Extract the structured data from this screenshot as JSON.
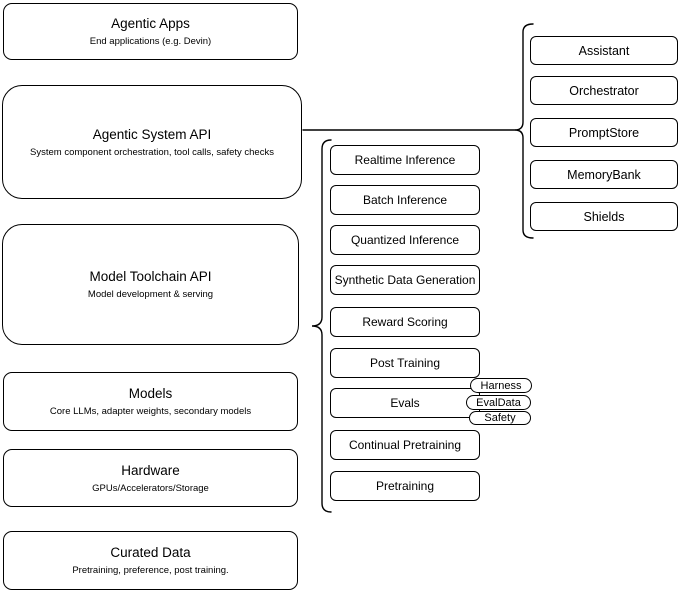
{
  "nodes_left": [
    {
      "title": "Agentic Apps",
      "subtitle": "End applications (e.g. Devin)"
    },
    {
      "title": "Agentic System API",
      "subtitle": "System component orchestration, tool calls, safety checks"
    },
    {
      "title": "Model Toolchain API",
      "subtitle": "Model development & serving"
    },
    {
      "title": "Models",
      "subtitle": "Core LLMs, adapter weights, secondary models"
    },
    {
      "title": "Hardware",
      "subtitle": "GPUs/Accelerators/Storage"
    },
    {
      "title": "Curated Data",
      "subtitle": "Pretraining, preference, post training."
    }
  ],
  "toolchain_items": [
    "Realtime Inference",
    "Batch Inference",
    "Quantized Inference",
    "Synthetic Data Generation",
    "Reward Scoring",
    "Post Training",
    "Evals",
    "Continual Pretraining",
    "Pretraining"
  ],
  "eval_badges": [
    "Harness",
    "EvalData",
    "Safety"
  ],
  "system_components": [
    "Assistant",
    "Orchestrator",
    "PromptStore",
    "MemoryBank",
    "Shields"
  ],
  "colors": {
    "background": "#ffffff",
    "node_fill": "#ffffff",
    "stroke": "#000000",
    "text": "#000000"
  }
}
